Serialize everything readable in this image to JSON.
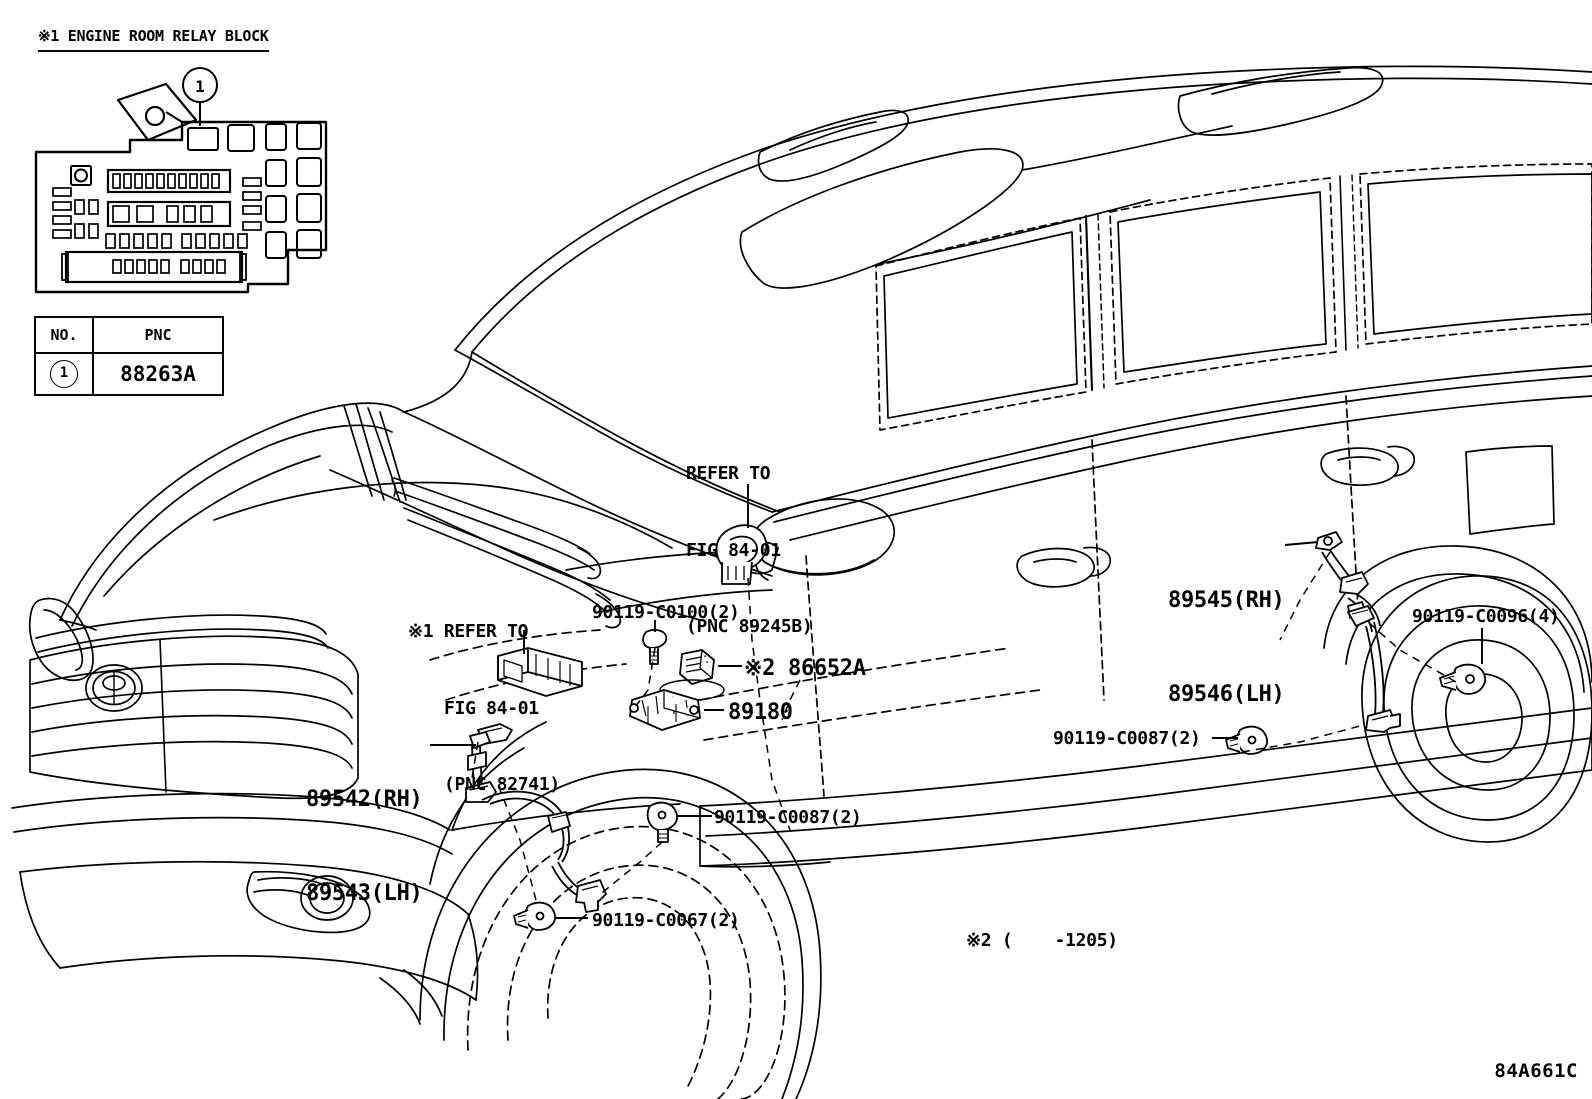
{
  "diagram": {
    "drawing_id": "84A661C",
    "header_note": "※1 ENGINE ROOM RELAY BLOCK",
    "footnote": "※2 (    -1205)",
    "vehicle": "SUV side view — Toyota Highlander",
    "line_color": "#000000",
    "background_color": "#ffffff"
  },
  "legend": {
    "headers": {
      "no": "NO.",
      "pnc": "PNC"
    },
    "rows": [
      {
        "no": "1",
        "pnc": "88263A"
      }
    ]
  },
  "relay_block": {
    "callout_number": "1",
    "title": "※1 ENGINE ROOM RELAY BLOCK"
  },
  "callouts": [
    {
      "id": "refer-89245b",
      "lines": [
        "REFER TO",
        "FIG 84-01",
        "(PNC 89245B)"
      ],
      "line1": "REFER TO",
      "line2": "FIG 84-01",
      "line3": "(PNC 89245B)"
    },
    {
      "id": "refer-82741",
      "lines": [
        "※1 REFER TO",
        "FIG 84-01",
        "(PNC 82741)"
      ],
      "line1": "※1 REFER TO",
      "line2": "FIG 84-01",
      "line3": "(PNC 82741)"
    },
    {
      "id": "bolt-c0100",
      "label": "90119-C0100(2)"
    },
    {
      "id": "part-86652a",
      "label": "※2 86652A"
    },
    {
      "id": "part-89180",
      "label": "89180"
    },
    {
      "id": "sensor-front",
      "line1": "89542(RH)",
      "line2": "89543(LH)"
    },
    {
      "id": "sensor-rear",
      "line1": "89545(RH)",
      "line2": "89546(LH)"
    },
    {
      "id": "bolt-c0096",
      "label": "90119-C0096(4)"
    },
    {
      "id": "bolt-c0087-rear",
      "label": "90119-C0087(2)"
    },
    {
      "id": "bolt-c0087-front",
      "label": "90119-C0087(2)"
    },
    {
      "id": "bolt-c0067",
      "label": "90119-C0067(2)"
    }
  ]
}
